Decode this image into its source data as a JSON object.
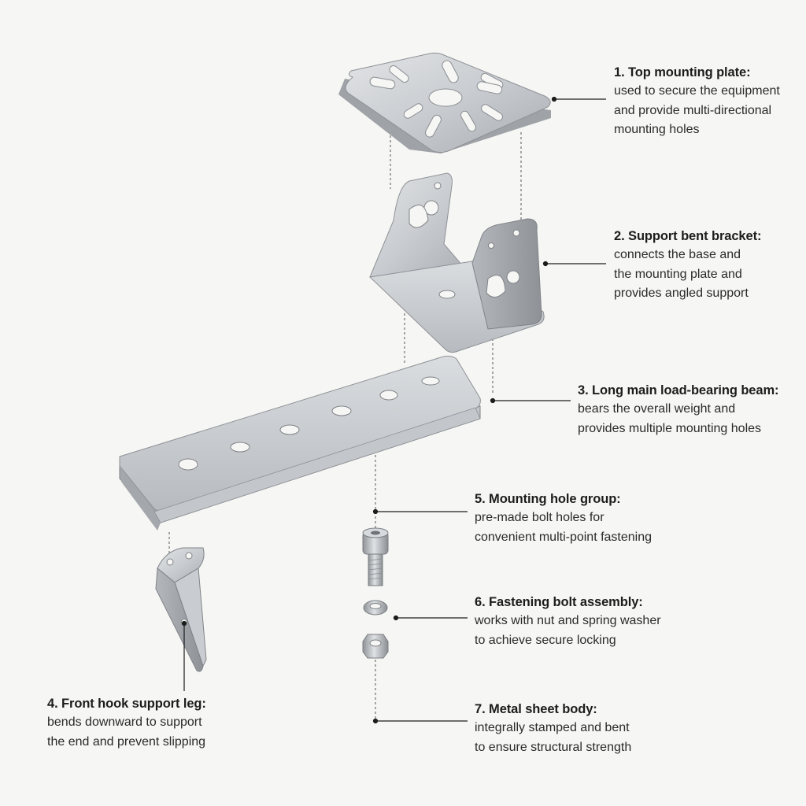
{
  "colors": {
    "background": "#f6f6f4",
    "metal_light": "#d6d9dc",
    "metal_mid": "#b9bdc1",
    "metal_dark": "#8e9296",
    "leader": "#1c1c1c",
    "text": "#1c1c1c"
  },
  "callouts": [
    {
      "title": "1. Top mounting plate:",
      "lines": [
        "used to secure the equipment",
        "and provide multi-directional",
        "mounting holes"
      ]
    },
    {
      "title": "2. Support bent bracket:",
      "lines": [
        "connects the base and",
        "the mounting plate and",
        "provides angled support"
      ]
    },
    {
      "title": "3. Long main load-bearing beam:",
      "lines": [
        "bears the overall weight and",
        "provides multiple mounting holes"
      ]
    },
    {
      "title": "5. Mounting hole group:",
      "lines": [
        "pre-made bolt holes for",
        "convenient multi-point fastening"
      ]
    },
    {
      "title": "6. Fastening bolt assembly:",
      "lines": [
        "works with nut and spring washer",
        "to achieve secure locking"
      ]
    },
    {
      "title": "7. Metal sheet body:",
      "lines": [
        "integrally stamped and bent",
        "to ensure structural strength"
      ]
    },
    {
      "title": "4. Front hook support leg:",
      "lines": [
        "bends downward to support",
        "the end and prevent slipping"
      ]
    }
  ]
}
